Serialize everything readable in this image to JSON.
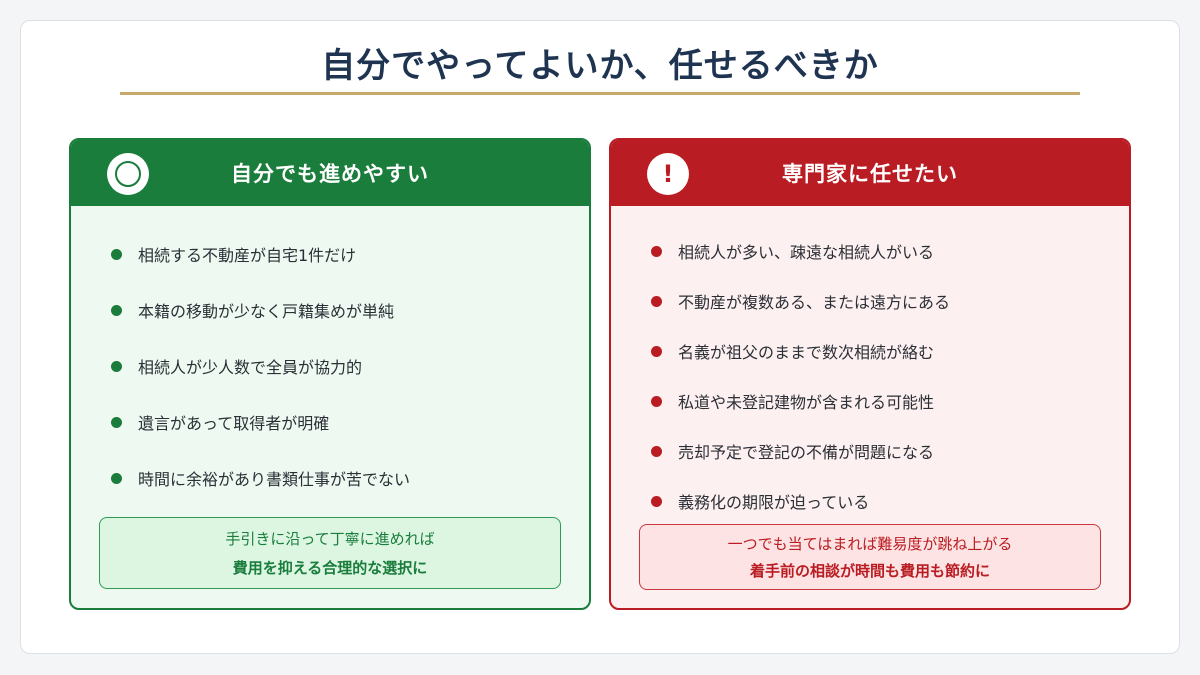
{
  "title": "自分でやってよいか、任せるべきか",
  "left_panel": {
    "icon": "circle-mark-icon",
    "header": "自分でも進めやすい",
    "items": [
      "相続する不動産が自宅1件だけ",
      "本籍の移動が少なく戸籍集めが単純",
      "相続人が少人数で全員が協力的",
      "遺言があって取得者が明確",
      "時間に余裕があり書類仕事が苦でない"
    ],
    "callout": {
      "line1": "手引きに沿って丁寧に進めれば",
      "line2": "費用を抑える合理的な選択に"
    }
  },
  "right_panel": {
    "icon": "exclamation-icon",
    "header": "専門家に任せたい",
    "items": [
      "相続人が多い、疎遠な相続人がいる",
      "不動産が複数ある、または遠方にある",
      "名義が祖父のままで数次相続が絡む",
      "私道や未登記建物が含まれる可能性",
      "売却予定で登記の不備が問題になる",
      "義務化の期限が迫っている"
    ],
    "callout": {
      "line1": "一つでも当てはまれば難易度が跳ね上がる",
      "line2": "着手前の相談が時間も費用も節約に"
    }
  },
  "colors": {
    "title": "#1f3450",
    "rule": "#c9a96a",
    "green": "#1a7d3c",
    "red": "#b91c22"
  }
}
